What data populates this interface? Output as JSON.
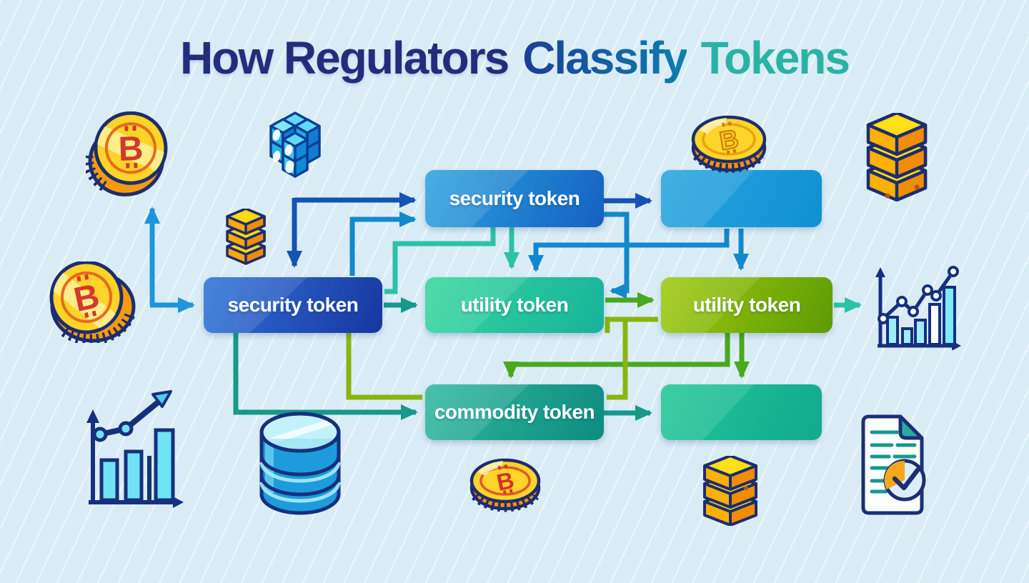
{
  "title": {
    "part1": "How Regulators",
    "part2": "Classify",
    "part3": "Tokens"
  },
  "nodes": {
    "top_security": {
      "label": "security token"
    },
    "top_result": {
      "label": ""
    },
    "mid_security": {
      "label": "security token"
    },
    "mid_utility": {
      "label": "utility token"
    },
    "right_utility": {
      "label": "utility token"
    },
    "commodity": {
      "label": "commodity token"
    },
    "bottom_result": {
      "label": ""
    }
  },
  "icons": [
    "bitcoin-coin",
    "cube-cluster",
    "gold-coin-stack-small",
    "bitcoin-coin-large",
    "blue-database",
    "bar-chart-growth",
    "flat-gold-coin",
    "gold-bar-stack",
    "line-bar-chart",
    "flat-gold-coin-small",
    "gold-bar-stack-small",
    "document-check"
  ],
  "colors": {
    "background": "#d9ecf6",
    "navy_arrow": "#1553b4",
    "blue_arrow": "#1488cc",
    "cyan_arrow": "#1e96dc",
    "teal_arrow": "#2cc2a8",
    "seagreen_arrow": "#16998a",
    "green_arrow": "#49a81e",
    "olive_arrow": "#8ab40e",
    "title_navy": "#232d7d",
    "title_teal": "#2ab3a5"
  }
}
